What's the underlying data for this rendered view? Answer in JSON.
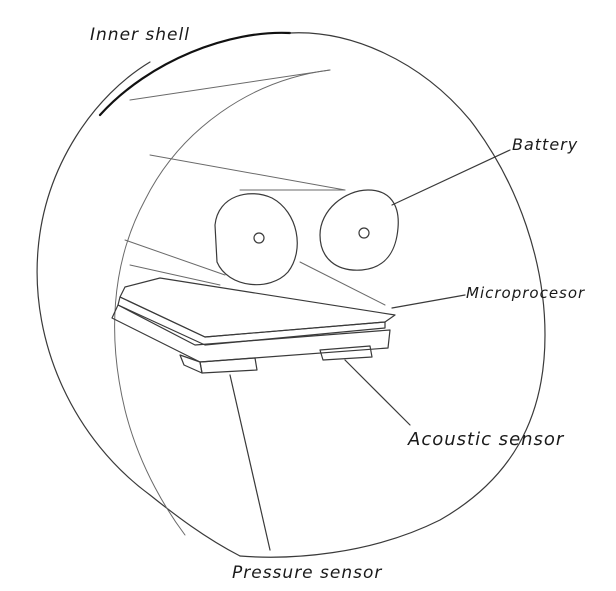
{
  "labels": {
    "inner_shell": "Inner shell",
    "battery": "Battery",
    "microprocessor": "Microprocesor",
    "acoustic_sensor": "Acoustic sensor",
    "pressure_sensor": "Pressure sensor"
  },
  "colors": {
    "ink": "#1a1a1a",
    "pencil": "#3a3a3a",
    "paper": "#ffffff"
  }
}
